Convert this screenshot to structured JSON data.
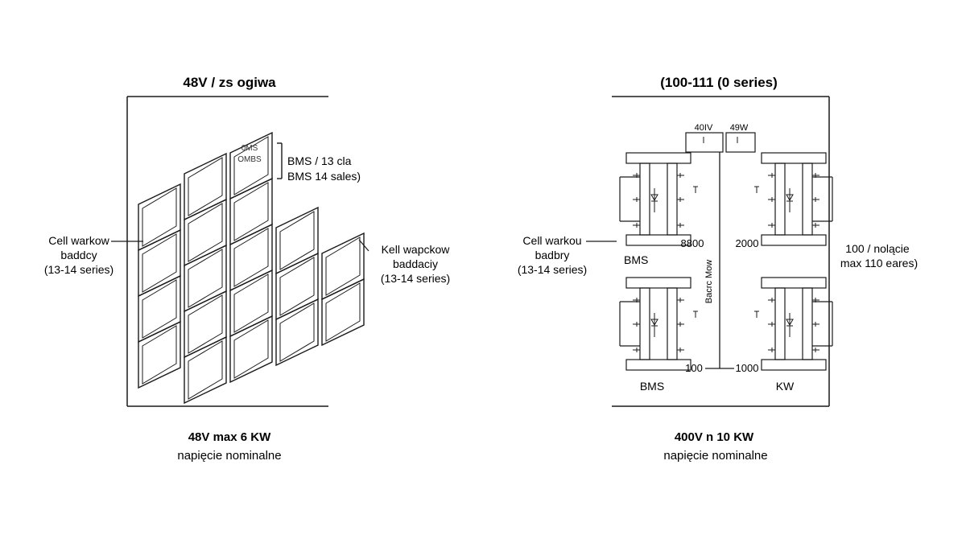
{
  "left": {
    "title": "48V / zs ogiwa",
    "bms_cell_lines": [
      "0MS",
      "OMBS"
    ],
    "bms_label_1": "BMS / 13 cla",
    "bms_label_2": "BMS  14 sales)",
    "left_callout": [
      "Cell warkow",
      "baddcy",
      "(13-14 series)"
    ],
    "right_callout": [
      "Kell wapckow",
      "baddaciy",
      "(13-14 series)"
    ],
    "caption_1": "48V max 6 KW",
    "caption_2": "napięcie nominalne"
  },
  "right": {
    "title": "(100-111 (0 series)",
    "top_box_1": "40IV",
    "top_box_2": "49W",
    "left_callout": [
      "Cell warkou",
      "badbry",
      "(13-14 series)"
    ],
    "bms_label_upper": "BMS",
    "value_upper_left": "8800",
    "value_upper_right": "2000",
    "vertical_label": "Bacrc Mow",
    "value_lower_left": "100",
    "value_lower_right": "1000",
    "bms_label_lower": "BMS",
    "kw_label_lower": "KW",
    "right_callout": [
      "100 / nolącie",
      "max 110 eares)"
    ],
    "caption_1": "400V n 10 KW",
    "caption_2": "napięcie nominalne"
  }
}
